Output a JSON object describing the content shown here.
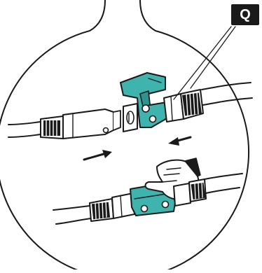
{
  "figure": {
    "callout_label": "Q"
  },
  "colors": {
    "teal": "#3fb3ae",
    "outline": "#1a1a1a",
    "background": "#ffffff"
  },
  "parts": {
    "top_assembly": [
      "cable-left",
      "plug-left",
      "socket-housing",
      "teal-clip",
      "plug-right",
      "cable-right"
    ],
    "bottom_assembly": [
      "cable-left",
      "plug-left",
      "teal-clip-closed",
      "hand",
      "plug-right",
      "cable-right"
    ],
    "arrows": [
      "arrow-right",
      "arrow-left"
    ]
  }
}
